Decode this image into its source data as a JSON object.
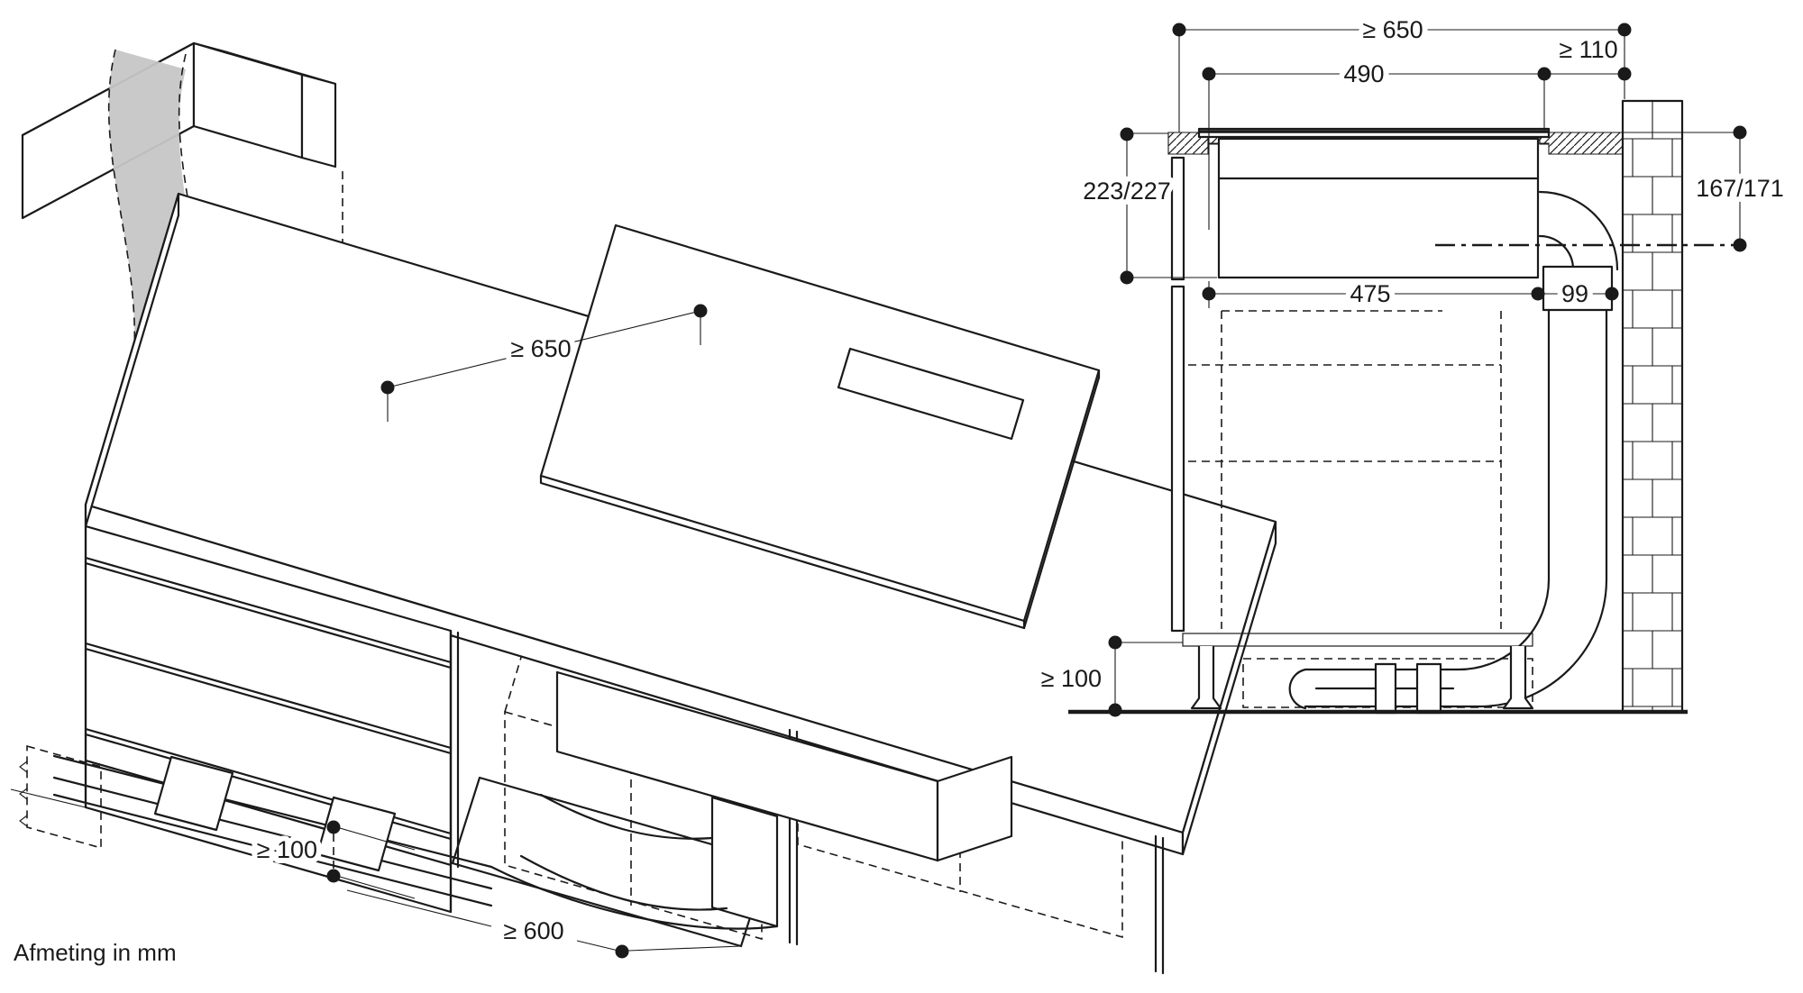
{
  "footnote": "Afmeting in mm",
  "colors": {
    "background": "#ffffff",
    "line": "#1a1a1a",
    "shade_band": "#c6c6c6",
    "floor_panel": "#d8d8d8"
  },
  "iso_view": {
    "description": "isometric installation view of hob with downdraft duct in base cabinet",
    "dims": {
      "side_clearance": "≥ 650",
      "plinth_height": "≥ 100",
      "cabinet_depth": "≥ 600"
    }
  },
  "section_view": {
    "description": "cross-section of worktop, hob body, duct and wall",
    "dims": {
      "worktop_depth_min": "≥ 650",
      "cutout_width": "490",
      "wall_clearance": "≥ 110",
      "install_height_front": "223/227",
      "install_height_rear": "167/171",
      "appliance_width_bottom": "475",
      "duct_width": "99",
      "plinth_height_min": "≥ 100"
    }
  }
}
